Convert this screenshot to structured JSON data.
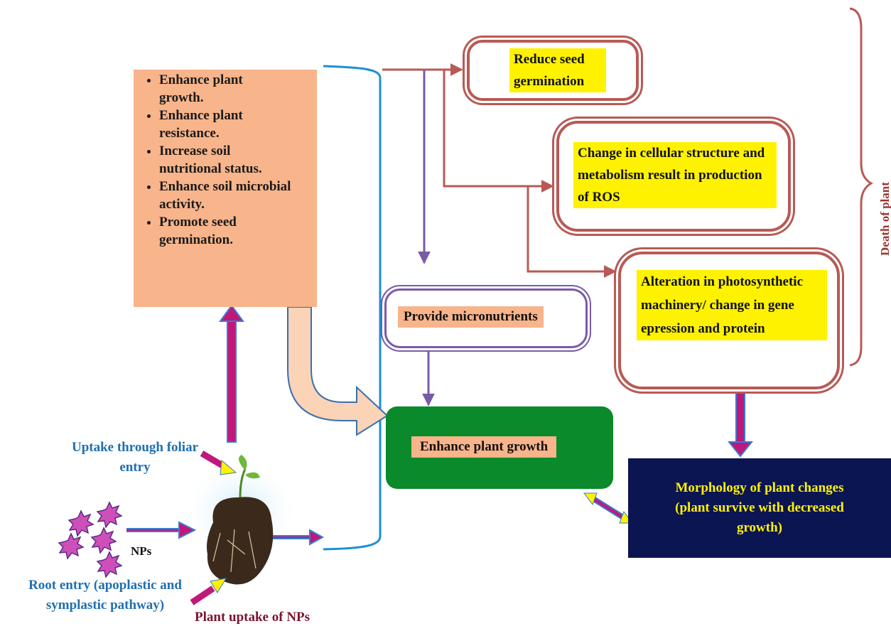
{
  "benefits": {
    "items": [
      "Enhance plant growth.",
      "Enhance plant resistance.",
      "Increase soil nutritional status.",
      "Enhance soil microbial activity.",
      "Promote seed germination."
    ]
  },
  "effects": {
    "reduce_germination": "Reduce seed germination",
    "cellular_change": "Change in cellular structure and metabolism result in production of ROS",
    "photosynthesis": "Alteration in photosynthetic machinery/ change in gene epression and protein"
  },
  "micronutrients": "Provide micronutrients",
  "enhance_growth": "Enhance plant growth",
  "morphology": "Morphology of plant changes\n(plant survive with decreased\ngrowth)",
  "death_of_plant": "Death of plant",
  "uptake": {
    "foliar": "Uptake through foliar entry",
    "root": "Root entry (apoplastic and symplastic pathway)",
    "nps": "NPs",
    "plant_uptake": "Plant uptake of NPs"
  },
  "colors": {
    "orange_box": "#f8b48a",
    "red_flow": "#b85a55",
    "purple_flow": "#7a5aa8",
    "blue_bracket": "#1a8fd8",
    "green_box": "#0a8a2a",
    "navy_box": "#0b1552",
    "yellow_label": "#fff200",
    "magenta_arrow": "#c0187a"
  }
}
